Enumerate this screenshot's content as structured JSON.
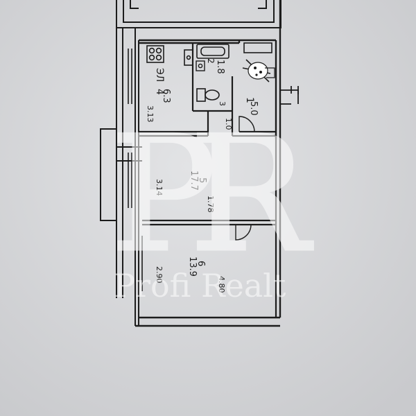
{
  "rooms": [
    {
      "id": "room-1",
      "number": "1",
      "area": "5.0"
    },
    {
      "id": "room-2",
      "number": "2",
      "area": "1.8"
    },
    {
      "id": "room-3",
      "number": "3",
      "area": "1.0"
    },
    {
      "id": "room-4",
      "number": "4",
      "area": "6.3"
    },
    {
      "id": "room-5",
      "number": "5",
      "area": "17.7"
    },
    {
      "id": "room-6",
      "number": "6",
      "area": "13.9"
    }
  ],
  "dimensions": {
    "d_313": "3.13",
    "d_314": "3.14",
    "d_178": "1.78",
    "d_290": "2.90",
    "d_480": "4.80"
  },
  "marks": {
    "stove": "ЭЛ"
  },
  "watermark": {
    "monogram": "PR",
    "text": "Profi Realt"
  },
  "colors": {
    "paper": "#d7d8da",
    "ink": "#1c1c1c",
    "watermark": "#ffffff"
  }
}
